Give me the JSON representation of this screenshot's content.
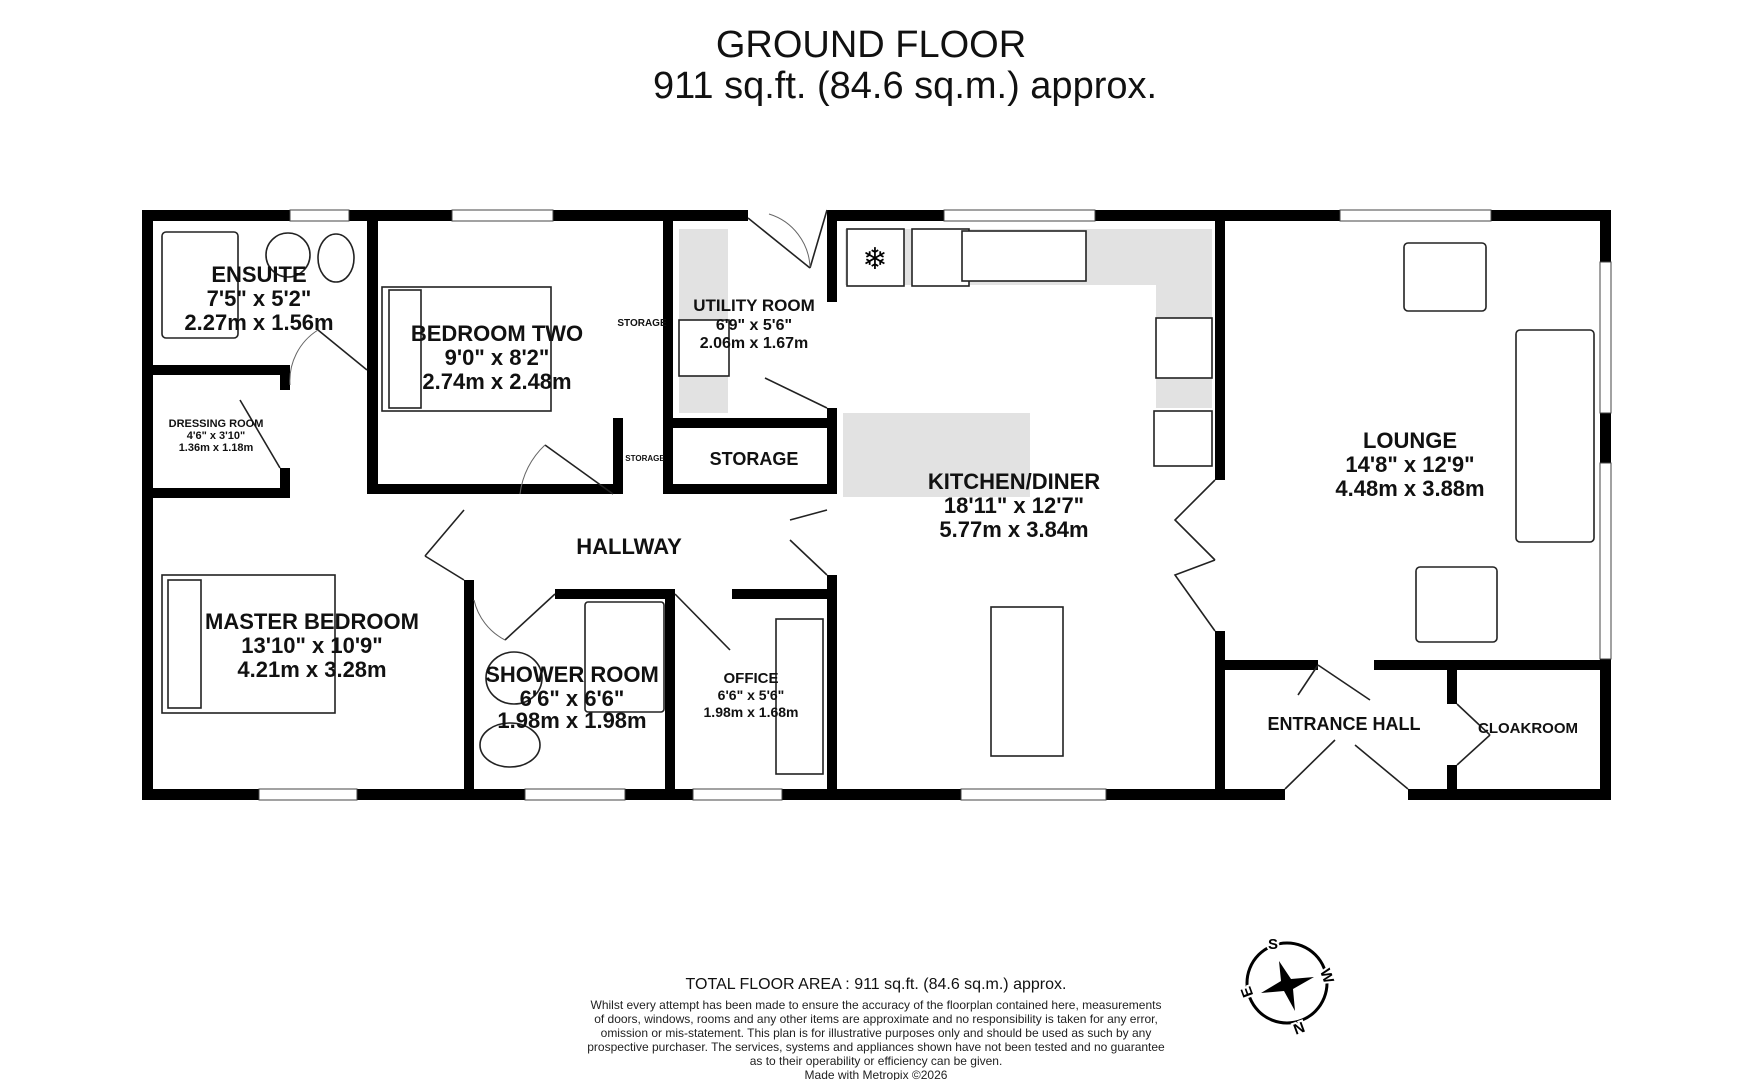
{
  "header": {
    "title": "GROUND FLOOR",
    "subtitle": "911 sq.ft. (84.6 sq.m.) approx."
  },
  "rooms": {
    "ensuite": {
      "name": "ENSUITE",
      "imperial": "7'5\"  x 5'2\"",
      "metric": "2.27m  x 1.56m"
    },
    "dressing": {
      "name": "DRESSING ROOM",
      "imperial": "4'6\"  x 3'10\"",
      "metric": "1.36m  x 1.18m"
    },
    "bedroom_two": {
      "name": "BEDROOM TWO",
      "imperial": "9'0\"  x 8'2\"",
      "metric": "2.74m  x 2.48m"
    },
    "storage_small_1": {
      "name": "STORAGE"
    },
    "storage_small_2": {
      "name": "STORAGE"
    },
    "utility": {
      "name": "UTILITY ROOM",
      "imperial": "6'9\"  x 5'6\"",
      "metric": "2.06m  x 1.67m"
    },
    "storage": {
      "name": "STORAGE"
    },
    "kitchen": {
      "name": "KITCHEN/DINER",
      "imperial": "18'11\"  x 12'7\"",
      "metric": "5.77m  x 3.84m"
    },
    "lounge": {
      "name": "LOUNGE",
      "imperial": "14'8\"  x 12'9\"",
      "metric": "4.48m  x 3.88m"
    },
    "hallway": {
      "name": "HALLWAY"
    },
    "master": {
      "name": "MASTER BEDROOM",
      "imperial": "13'10\"  x 10'9\"",
      "metric": "4.21m  x 3.28m"
    },
    "shower": {
      "name": "SHOWER ROOM",
      "imperial": "6'6\"  x 6'6\"",
      "metric": "1.98m  x 1.98m"
    },
    "office": {
      "name": "OFFICE",
      "imperial": "6'6\"  x 5'6\"",
      "metric": "1.98m  x 1.68m"
    },
    "entrance": {
      "name": "ENTRANCE HALL"
    },
    "cloakroom": {
      "name": "CLOAKROOM"
    }
  },
  "footer": {
    "total": "TOTAL FLOOR AREA : 911 sq.ft. (84.6 sq.m.) approx.",
    "disclaimer": [
      "Whilst every attempt has been made to ensure the accuracy of the floorplan contained here, measurements",
      "of doors, windows, rooms and any other items are approximate and no responsibility is taken for any error,",
      "omission or mis-statement. This plan is for illustrative purposes only and should be used as such by any",
      "prospective purchaser. The services, systems and appliances shown have not been tested and no guarantee",
      "as to their operability or efficiency can be given."
    ],
    "credit": "Made with Metropix ©2026"
  },
  "compass": {
    "icon": "compass-icon",
    "labels": {
      "n": "N",
      "s": "S",
      "e": "E",
      "w": "W"
    }
  }
}
